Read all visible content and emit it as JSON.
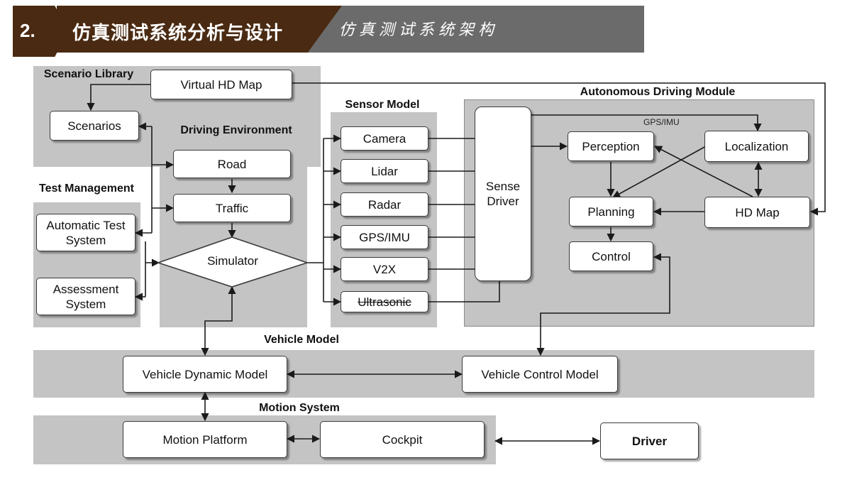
{
  "header": {
    "number": "2.",
    "title": "仿真测试系统分析与设计",
    "subtitle": "仿真测试系统架构"
  },
  "groups": {
    "scenario_library": "Scenario Library",
    "test_management": "Test Management",
    "driving_environment": "Driving Environment",
    "sensor_model": "Sensor Model",
    "autonomous_driving_module": "Autonomous Driving Module",
    "vehicle_model": "Vehicle Model",
    "motion_system": "Motion System"
  },
  "nodes": {
    "virtual_hd_map": "Virtual HD Map",
    "scenarios": "Scenarios",
    "automatic_test_system": "Automatic Test System",
    "assessment_system": "Assessment System",
    "road": "Road",
    "traffic": "Traffic",
    "simulator": "Simulator",
    "camera": "Camera",
    "lidar": "Lidar",
    "radar": "Radar",
    "gps_imu": "GPS/IMU",
    "v2x": "V2X",
    "ultrasonic": "Ultrasonic",
    "sense_driver": "Sense Driver",
    "perception": "Perception",
    "localization": "Localization",
    "planning": "Planning",
    "hd_map": "HD Map",
    "control": "Control",
    "vehicle_dynamic_model": "Vehicle Dynamic Model",
    "vehicle_control_model": "Vehicle Control Model",
    "motion_platform": "Motion Platform",
    "cockpit": "Cockpit",
    "driver": "Driver"
  },
  "edge_labels": {
    "gps_imu_link": "GPS/IMU"
  },
  "colors": {
    "header_brown": "#4a2a12",
    "header_gray": "#6b6b6b",
    "panel_gray": "#c4c4c4",
    "line": "#1a1a1a"
  }
}
